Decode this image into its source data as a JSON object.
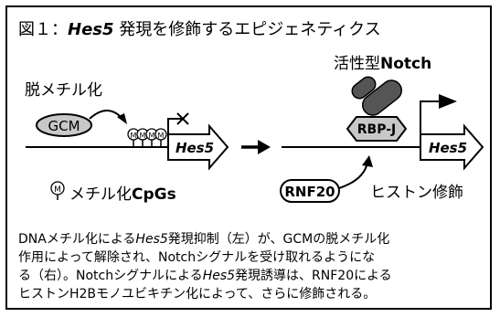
{
  "title": {
    "prefix": "図１：",
    "gene": "Hes5",
    "suffix": " 発現を修飾するエピジェネティクス"
  },
  "left_panel": {
    "demethylation_label": "脱メチル化",
    "gcm_label": "GCM",
    "methyl_mark": "M",
    "gene_label": "Hes5",
    "legend_text_jp": " メチル化",
    "legend_text_bold": "CpGs"
  },
  "right_panel": {
    "active_notch_label_jp": "活性型",
    "active_notch_label_bold": "Notch",
    "rbpj_label": "RBP-J",
    "gene_label": "Hes5",
    "rnf20_label": "RNF20",
    "histone_mod_label": "ヒストン修飾"
  },
  "caption": {
    "lines": [
      "DNAメチル化による|Hes5|発現抑制（左）が、GCMの脱メチル化",
      "作用によって解除され、Notchシグナルを受け取れるようにな",
      "る（右）。Notchシグナルによる|Hes5|発現誘導は、RNF20による",
      "ヒストンH2Bモノユビキチン化によって、さらに修飾される。"
    ]
  },
  "colors": {
    "gray_fill": "#c8c8c8",
    "notch_fill": "#555555",
    "frame": "#000000"
  }
}
